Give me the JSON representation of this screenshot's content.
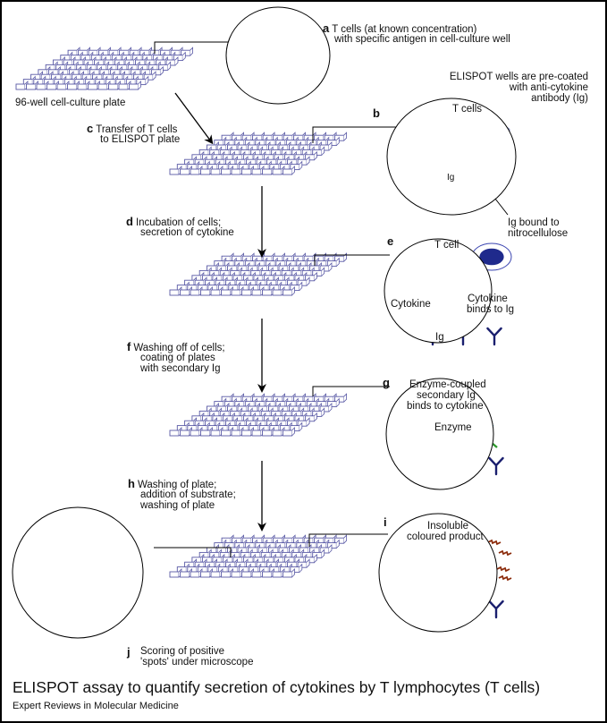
{
  "figure": {
    "caption": "ELISPOT assay to quantify secretion of cytokines by T lymphocytes (T cells)",
    "source": "Expert Reviews in Molecular Medicine"
  },
  "colors": {
    "plate": "#5a5aa6",
    "medium": "#f8c6c6",
    "cell_nucleus": "#1f2a8c",
    "antibody": "#1a1f6e",
    "cytokine": "#ee1111",
    "secondary_ig": "#2e9b2e",
    "enzyme": "#1e9ed8",
    "product": "#8b2a0a",
    "spot": "#8b2a0a"
  },
  "steps": {
    "a": {
      "letter": "a",
      "line1": "T cells (at known concentration)",
      "line2": "with specific antigen in cell-culture well"
    },
    "plate_label": "96-well cell-culture plate",
    "b": {
      "letter": "b",
      "note_line1": "ELISPOT wells are pre-coated",
      "note_line2": "with anti-cytokine",
      "note_line3": "antibody (Ig)",
      "tcells": "T cells",
      "ig": "Ig",
      "bound_line1": "Ig bound to",
      "bound_line2": "nitrocellulose"
    },
    "c": {
      "letter": "c",
      "line1": "Transfer of T cells",
      "line2": "to ELISPOT plate"
    },
    "d": {
      "letter": "d",
      "line1": "Incubation of cells;",
      "line2": "secretion of cytokine"
    },
    "e": {
      "letter": "e",
      "tcell": "T cell",
      "cytokine": "Cytokine",
      "binds_line1": "Cytokine",
      "binds_line2": "binds to Ig",
      "ig": "Ig"
    },
    "f": {
      "letter": "f",
      "line1": "Washing off of cells;",
      "line2": "coating of plates",
      "line3": "with secondary Ig"
    },
    "g": {
      "letter": "g",
      "line1": "Enzyme-coupled",
      "line2": "secondary Ig",
      "line3": "binds to cytokine",
      "enzyme": "Enzyme"
    },
    "h": {
      "letter": "h",
      "line1": "Washing of plate;",
      "line2": "addition of substrate;",
      "line3": "washing of plate"
    },
    "i": {
      "letter": "i",
      "line1": "Insoluble",
      "line2": "coloured product"
    },
    "j": {
      "letter": "j",
      "line1": "Scoring of positive",
      "line2": "'spots' under microscope"
    }
  }
}
